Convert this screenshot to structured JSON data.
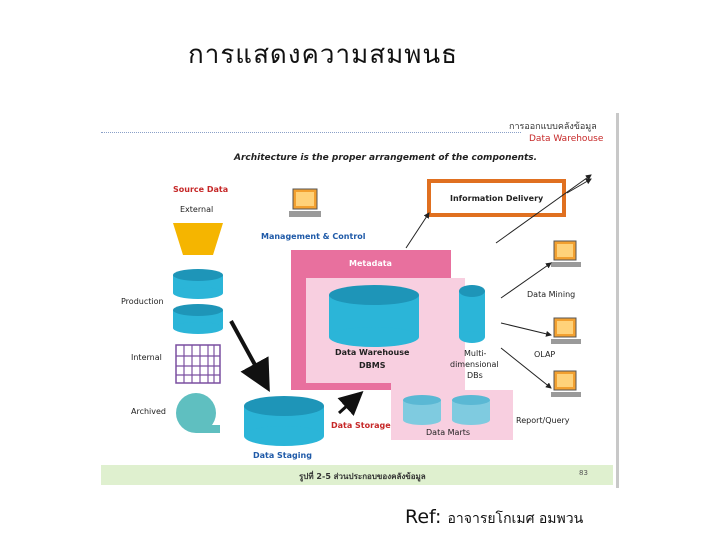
{
  "slide": {
    "title": "การแสดงความสมพนธ",
    "ref_prefix": "Ref:",
    "ref_author": "อาจารยโกเมศ  อมพวน"
  },
  "figure": {
    "header_th": "การออกแบบคลังข้อมูล",
    "header_en": "Data Warehouse",
    "architecture_caption": "Architecture is the proper arrangement of the components.",
    "source_data": "Source Data",
    "external": "External",
    "production": "Production",
    "internal": "Internal",
    "archived": "Archived",
    "management_control": "Management & Control",
    "information_delivery": "Information Delivery",
    "metadata": "Metadata",
    "data_warehouse": "Data Warehouse",
    "dbms": "DBMS",
    "multi_dim_1": "Multi-",
    "multi_dim_2": "dimensional",
    "multi_dim_3": "DBs",
    "data_storage": "Data Storage",
    "data_marts": "Data Marts",
    "data_staging": "Data Staging",
    "data_mining": "Data Mining",
    "olap": "OLAP",
    "report_query": "Report/Query",
    "footer_caption": "รูปที่ 2-5 ส่วนประกอบของคลังข้อมูล",
    "footer_page": "83"
  },
  "colors": {
    "pink_dark": "#e8709e",
    "pink_light": "#f8cfe0",
    "cyan": "#2bb5d8",
    "orange": "#e07020",
    "red_label": "#c62828",
    "blue_label": "#1f5aa8",
    "teal_archive": "#5fbfc0",
    "grid_purple": "#7a4fa0"
  }
}
